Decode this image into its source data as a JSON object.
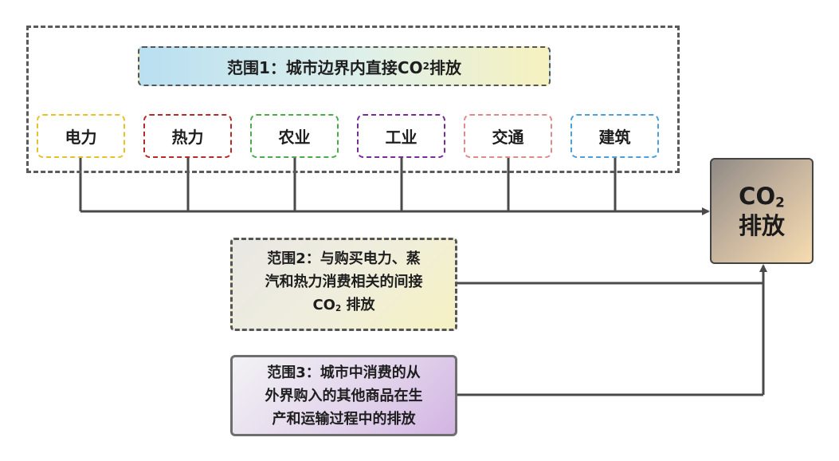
{
  "scope1": {
    "title_prefix": "范围1：城市边界内直接CO",
    "title_sub": "2",
    "title_suffix": " 排放",
    "sectors": [
      {
        "label": "电力",
        "color": "#e6c229"
      },
      {
        "label": "热力",
        "color": "#b62a2a"
      },
      {
        "label": "农业",
        "color": "#4cab4c"
      },
      {
        "label": "工业",
        "color": "#7a2b9a"
      },
      {
        "label": "交通",
        "color": "#e08a8a"
      },
      {
        "label": "建筑",
        "color": "#4a9fdc"
      }
    ]
  },
  "target": {
    "co2_main": "CO",
    "co2_sub": "2",
    "emission": "排放"
  },
  "scope2": {
    "line1": "范围2：与购买电力、蒸",
    "line2": "汽和热力消费相关的间接",
    "line3_co": "CO",
    "line3_sub": "2",
    "line3_rest": " 排放"
  },
  "scope3": {
    "line1": "范围3：城市中消费的从",
    "line2": "外界购入的其他商品在生",
    "line3": "产和运输过程中的排放"
  }
}
